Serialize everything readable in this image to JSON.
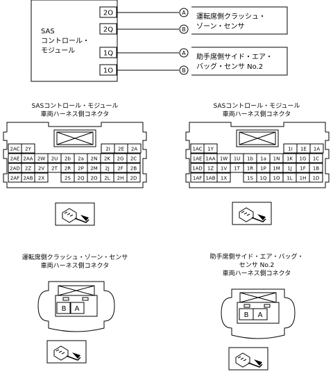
{
  "wiring": {
    "sas_lines": [
      "SAS",
      "コントロール・",
      "モジュール"
    ],
    "pins": [
      "2O",
      "2Q",
      "1Q",
      "1O"
    ],
    "left_labels": [
      "Ⓐ",
      "Ⓑ",
      "Ⓐ",
      "Ⓑ"
    ],
    "sensor1_lines": [
      "運転席側クラッシュ・",
      "ゾーン・センサ"
    ],
    "sensor2_lines": [
      "助手席側サイド・エア・",
      "バッグ・センサ No.2"
    ]
  },
  "connector_left": {
    "title": "SASコントロール・モジュール",
    "subtitle": "車両ハーネス側コネクタ",
    "row1_left": [
      "2AC",
      "2Y"
    ],
    "row1_right": [
      "2I",
      "2E",
      "2A"
    ],
    "row2": [
      "2AE",
      "2AA",
      "2W",
      "2U",
      "2b",
      "2a",
      "2N",
      "2K",
      "2G",
      "2C"
    ],
    "row3": [
      "2AD",
      "2Z",
      "2V",
      "2T",
      "2R",
      "2P",
      "2M",
      "2J",
      "2F",
      "2B"
    ],
    "row4_left": [
      "2AF",
      "2AB",
      "2X"
    ],
    "row4_right": [
      "2S",
      "2Q",
      "2O",
      "2L",
      "2H",
      "2D"
    ]
  },
  "connector_right": {
    "title": "SASコントロール・モジュール",
    "subtitle": "車両ハーネス側コネクタ",
    "row1_left": [
      "1AC",
      "1Y"
    ],
    "row1_right": [
      "1I",
      "1E",
      "1A"
    ],
    "row2": [
      "1AE",
      "1AA",
      "1W",
      "1U",
      "1b",
      "1a",
      "1N",
      "1K",
      "1G",
      "1C"
    ],
    "row3": [
      "1AD",
      "1Z",
      "1V",
      "1T",
      "1R",
      "1P",
      "1M",
      "1J",
      "1F",
      "1B"
    ],
    "row4_left": [
      "1AF",
      "1AB",
      "1X"
    ],
    "row4_right": [
      "1S",
      "1Q",
      "1O",
      "1L",
      "1H",
      "1D"
    ]
  },
  "connector_crash": {
    "title_lines": [
      "運転席側クラッシュ・ゾーン・センサ",
      "車両ハーネス側コネクタ"
    ],
    "pins": [
      "B",
      "A"
    ]
  },
  "connector_side": {
    "title_lines": [
      "助手席側サイド・エア・バッグ・",
      "センサ No.2",
      "車両ハーネス側コネクタ"
    ],
    "pins": [
      "B",
      "A"
    ]
  }
}
